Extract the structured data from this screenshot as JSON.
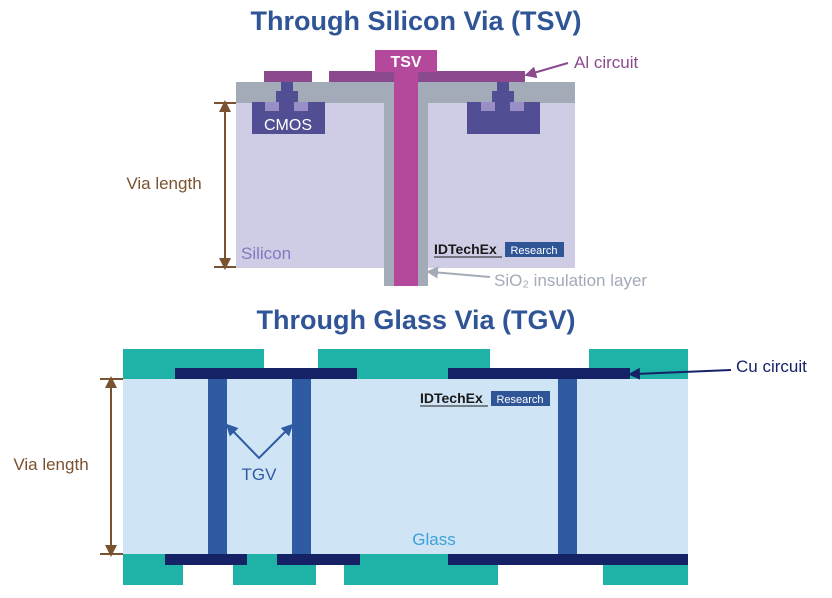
{
  "tsv": {
    "title": "Through Silicon Via (TSV)",
    "via_label": "TSV",
    "al_label": "Al circuit",
    "cmos_label": "CMOS",
    "via_length_label": "Via length",
    "silicon_label": "Silicon",
    "sio2_label": "SiO₂ insulation layer",
    "brand": "IDTechEx",
    "brand_badge": "Research"
  },
  "tgv": {
    "title": "Through Glass Via (TGV)",
    "cu_label": "Cu circuit",
    "via_length_label": "Via length",
    "tgv_label": "TGV",
    "glass_label": "Glass",
    "brand": "IDTechEx",
    "brand_badge": "Research"
  },
  "colors": {
    "title": "#2f5597",
    "silicon": "#cfcde6",
    "oxide": "#a3aab8",
    "tsv": "#b4489a",
    "al": "#8b4a8e",
    "cmos": "#524e93",
    "cmos_pad": "#9a8ec7",
    "arrow_brown": "#7a5230",
    "glass": "#cfe4f5",
    "teal": "#1eb3a6",
    "cu": "#162266",
    "tgv_via": "#2f5ba3",
    "glass_text": "#3da1d9",
    "silicon_text": "#8079c0"
  }
}
